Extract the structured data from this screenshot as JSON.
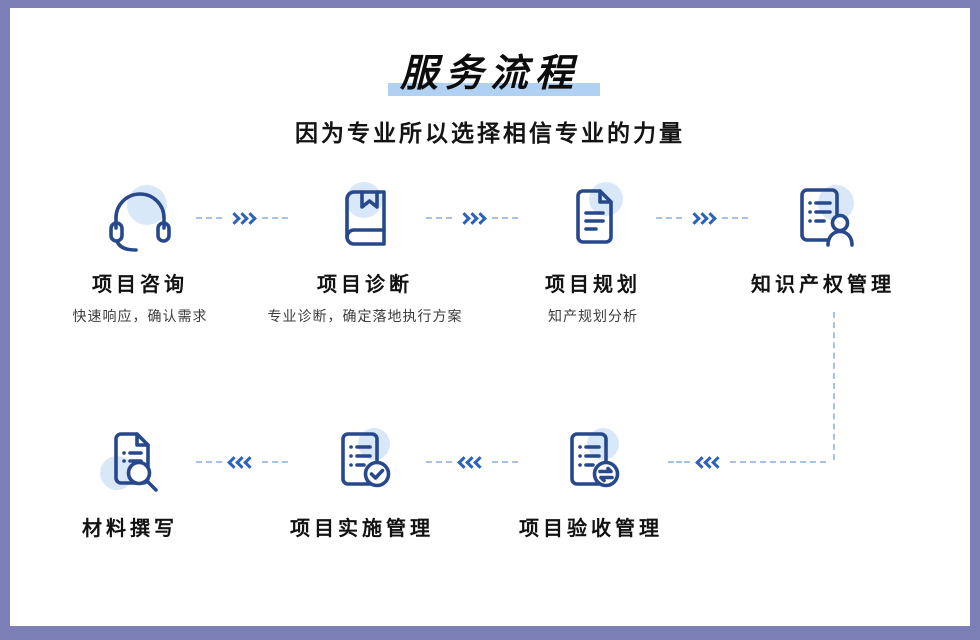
{
  "header": {
    "title": "服务流程",
    "subtitle": "因为专业所以选择相信专业的力量"
  },
  "flow": {
    "top_steps": [
      {
        "label": "项目咨询",
        "sublabel": "快速响应，确认需求",
        "icon": "headset-icon"
      },
      {
        "label": "项目诊断",
        "sublabel": "专业诊断，确定落地执行方案",
        "icon": "book-icon"
      },
      {
        "label": "项目规划",
        "sublabel": "知产规划分析",
        "icon": "document-icon"
      },
      {
        "label": "知识产权管理",
        "sublabel": "",
        "icon": "document-user-icon"
      }
    ],
    "bottom_steps": [
      {
        "label": "材料撰写",
        "icon": "document-search-icon"
      },
      {
        "label": "项目实施管理",
        "icon": "document-check-icon"
      },
      {
        "label": "项目验收管理",
        "icon": "document-sync-icon"
      }
    ],
    "direction_top": "left-to-right",
    "direction_bottom": "right-to-left",
    "arrow_icons": {
      "right": "chevrons-right-icon",
      "left": "chevrons-left-icon"
    }
  },
  "colors": {
    "frame": "#7b7fb5",
    "icon_stroke": "#27498c",
    "icon_accent": "#d9e8f8",
    "chevron": "#2d63b8",
    "dash": "#a6c2e6",
    "title_underline": "#b0d1f1",
    "text": "#111111",
    "subtext": "#3c3c3c"
  }
}
